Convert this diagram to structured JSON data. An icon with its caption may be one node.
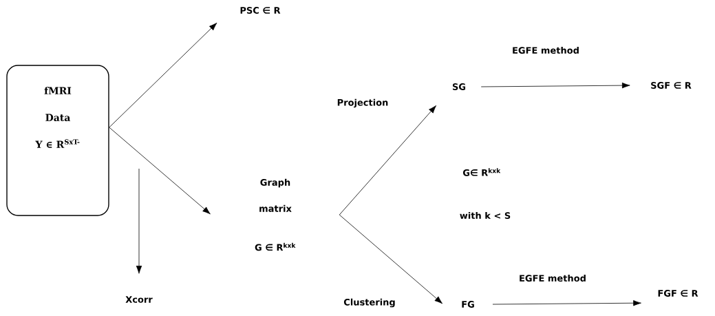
{
  "diagram": {
    "nodes": [
      {
        "text": [
          "fMRI",
          "Data",
          "Y ∈ **R**$^{SxT-}$"
        ]
      },
      {
        "text": [
          "PSC ∈ **R**"
        ]
      },
      {
        "text": [
          "Xcorr"
        ]
      },
      {
        "text": [
          "Graph matrix",
          "G ∈ **R**$^{kxk}$"
        ]
      },
      {
        "text": [
          "SG"
        ]
      },
      {
        "text": [
          "SGF ∈ **R**"
        ]
      },
      {
        "text": [
          "FG"
        ]
      },
      {
        "text": [
          "FGF ∈ **R**"
        ]
      }
    ],
    "edges": [
      {
        "from": 0,
        "to": 1,
        "arrow": "to"
      },
      {
        "from": 0,
        "to": 3,
        "arrow": "to"
      },
      {
        "from": null,
        "to": 2,
        "arrow": "to"
      },
      {
        "from": 3,
        "to": 4,
        "arrow": "to",
        "label": "Projection"
      },
      {
        "from": 3,
        "to": 6,
        "arrow": "to",
        "label": "Clustering"
      },
      {
        "from": 4,
        "to": 5,
        "arrow": "to",
        "label": "EGFE method"
      },
      {
        "from": 6,
        "to": 7,
        "arrow": "to",
        "label": "EGFE method"
      }
    ],
    "labels": [
      "G∈ **R**$^{kxk}$",
      "with k < S"
    ]
  }
}
